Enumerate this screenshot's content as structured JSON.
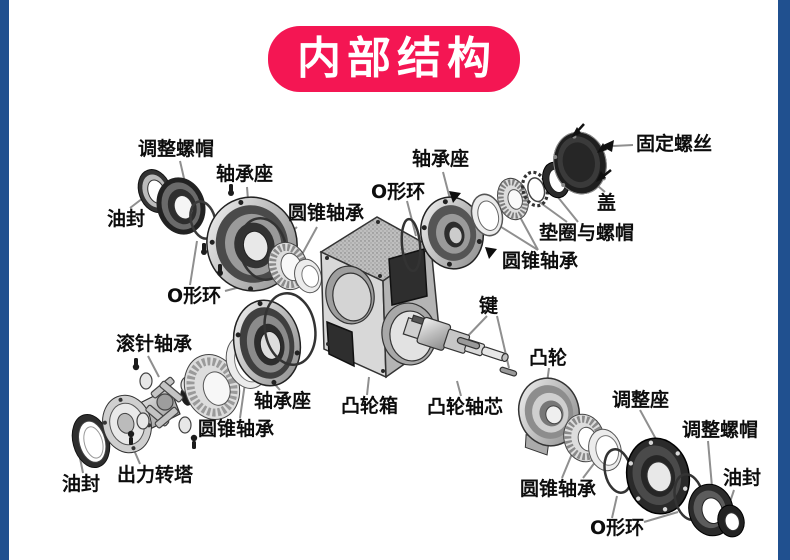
{
  "page": {
    "side_border_color": "#20508f",
    "background_color": "#ffffff"
  },
  "title": {
    "text": "内部结构",
    "bg_color": "#f41653",
    "text_color": "#ffffff"
  },
  "diagram": {
    "type": "exploded-view parts diagram",
    "labels": [
      {
        "id": "adjust-nut-top",
        "text": "调整螺帽"
      },
      {
        "id": "bearing-seat-top-left",
        "text": "轴承座"
      },
      {
        "id": "oil-seal-top-left",
        "text": "油封"
      },
      {
        "id": "taper-bearing-upper-left",
        "text": "圆锥轴承"
      },
      {
        "id": "o-ring-upper-center",
        "text": "O形环"
      },
      {
        "id": "bearing-seat-upper-center",
        "text": "轴承座"
      },
      {
        "id": "taper-bearing-upper-right",
        "text": "圆锥轴承"
      },
      {
        "id": "washer-and-nut",
        "text": "垫圈与螺帽"
      },
      {
        "id": "fixing-screw",
        "text": "固定螺丝"
      },
      {
        "id": "cover",
        "text": "盖"
      },
      {
        "id": "o-ring-mid-left",
        "text": "O形环"
      },
      {
        "id": "needle-bearing",
        "text": "滚针轴承"
      },
      {
        "id": "key",
        "text": "键"
      },
      {
        "id": "cam",
        "text": "凸轮"
      },
      {
        "id": "bearing-seat-center",
        "text": "轴承座"
      },
      {
        "id": "taper-bearing-center-left",
        "text": "圆锥轴承"
      },
      {
        "id": "cam-box",
        "text": "凸轮箱"
      },
      {
        "id": "cam-shaft-core",
        "text": "凸轮轴芯"
      },
      {
        "id": "output-turret",
        "text": "出力转塔"
      },
      {
        "id": "oil-seal-bottom-left",
        "text": "油封"
      },
      {
        "id": "adjust-seat",
        "text": "调整座"
      },
      {
        "id": "adjust-nut-bottom",
        "text": "调整螺帽"
      },
      {
        "id": "oil-seal-bottom-right",
        "text": "油封"
      },
      {
        "id": "taper-bearing-bottom",
        "text": "圆锥轴承"
      },
      {
        "id": "o-ring-bottom",
        "text": "O形环"
      }
    ]
  }
}
